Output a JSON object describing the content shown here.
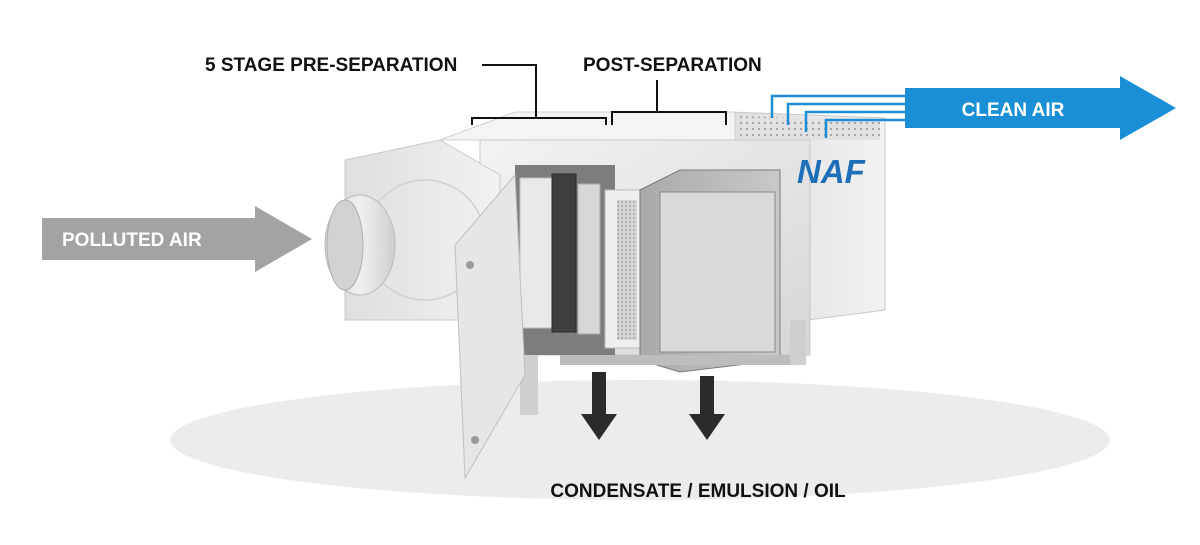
{
  "labels": {
    "pre_separation": "5 STAGE PRE-SEPARATION",
    "post_separation": "POST-SEPARATION",
    "clean_air": "CLEAN AIR",
    "polluted_air": "POLLUTED AIR",
    "drain": "CONDENSATE / EMULSION / OIL"
  },
  "brand": {
    "logo_text": "NAF"
  },
  "colors": {
    "clean_air_arrow": "#1a8fd6",
    "polluted_air_arrow": "#a3a3a3",
    "drain_arrow": "#2b2b2b",
    "label_text": "#111111",
    "logo": "#1f6fb8"
  }
}
